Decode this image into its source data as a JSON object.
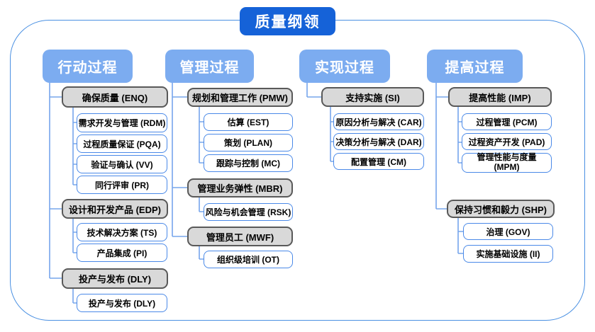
{
  "title": "质量纲领",
  "colors": {
    "title_bg": "#1562d8",
    "header_bg": "#7cacf0",
    "gray_fill": "#d9d9d9",
    "gray_border": "#595959",
    "item_border": "#4a89e8",
    "connector": "#76a5ec",
    "frame_border": "#4a90e2"
  },
  "columns": [
    {
      "header": "行动过程",
      "groups": [
        {
          "label": "确保质量 (ENQ)",
          "children": [
            "需求开发与管理 (RDM)",
            "过程质量保证 (PQA)",
            "验证与确认 (VV)",
            "同行评审 (PR)"
          ]
        },
        {
          "label": "设计和开发产品 (EDP)",
          "children": [
            "技术解决方案 (TS)",
            "产品集成 (PI)"
          ]
        },
        {
          "label": "投产与发布 (DLY)",
          "children": [
            "投产与发布 (DLY)"
          ]
        }
      ]
    },
    {
      "header": "管理过程",
      "groups": [
        {
          "label": "规划和管理工作 (PMW)",
          "children": [
            "估算 (EST)",
            "策划 (PLAN)",
            "跟踪与控制 (MC)"
          ]
        },
        {
          "label": "管理业务弹性 (MBR)",
          "children": [
            "风险与机会管理 (RSK)"
          ]
        },
        {
          "label": "管理员工 (MWF)",
          "children": [
            "组织级培训 (OT)"
          ]
        }
      ]
    },
    {
      "header": "实现过程",
      "groups": [
        {
          "label": "支持实施 (SI)",
          "children": [
            "原因分析与解决 (CAR)",
            "决策分析与解决 (DAR)",
            "配置管理 (CM)"
          ]
        }
      ]
    },
    {
      "header": "提高过程",
      "groups": [
        {
          "label": "提高性能 (IMP)",
          "children": [
            "过程管理 (PCM)",
            "过程资产开发 (PAD)",
            "管理性能与度量 (MPM)"
          ]
        },
        {
          "label": "保持习惯和毅力 (SHP)",
          "children": [
            "治理 (GOV)",
            "实施基础设施 (II)"
          ]
        }
      ]
    }
  ]
}
